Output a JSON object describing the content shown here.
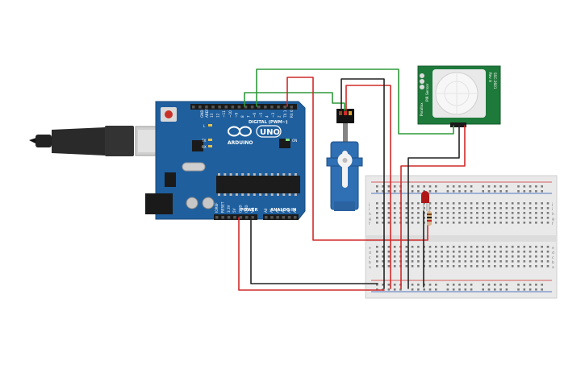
{
  "arduino": {
    "brand": "ARDUINO",
    "model": "UNO",
    "digital_label": "DIGITAL (PWM~)",
    "power_label": "POWER",
    "analog_label": "ANALOG IN",
    "on_label": "ON",
    "tx_label": "TX",
    "rx_label": "RX",
    "l_label": "L",
    "aref_label": "AREF",
    "gnd_label": "GND",
    "digital_pins": [
      "13",
      "12",
      "~11",
      "~10",
      "~9",
      "8",
      "7",
      "~6",
      "~5",
      "4",
      "~3",
      "2",
      "TX 1",
      "RX 0"
    ],
    "power_pins": [
      "IOREF",
      "RESET",
      "3.3V",
      "5V",
      "GND",
      "GND",
      "Vin"
    ],
    "analog_pins": [
      "A0",
      "A1",
      "A2",
      "A3",
      "A4",
      "A5"
    ]
  },
  "pir_sensor": {
    "model": "SSC-2601",
    "label_a": "PIR Sensor",
    "label_b": "Parallax",
    "label_c": "Rev A"
  },
  "breadboard": {
    "column_letters_top": [
      "j",
      "i",
      "h",
      "g",
      "f"
    ],
    "column_letters_bottom": [
      "e",
      "d",
      "c",
      "b",
      "a"
    ]
  },
  "colors": {
    "board_blue": "#1f5f9e",
    "pir_green": "#1e7a3a",
    "wire_red": "#d12a2a",
    "wire_green": "#2f9a3a",
    "wire_black": "#222222",
    "led_red": "#b01818",
    "breadboard": "#e9e9e9"
  },
  "icons": [
    "usb-cable-icon",
    "infinity-logo-icon",
    "servo-horn-icon",
    "pir-dome-icon"
  ]
}
